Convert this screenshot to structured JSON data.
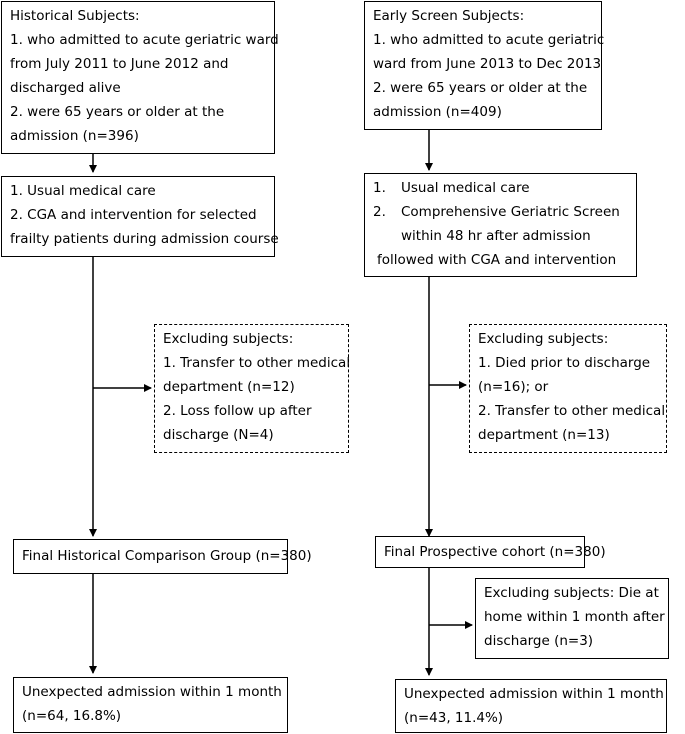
{
  "left": {
    "box1": {
      "title": "Historical Subjects:",
      "line1a": "1. who admitted to acute geriatric ward",
      "line1b": "from July 2011 to June 2012 and",
      "line1c": "discharged alive",
      "line2a": "2. were 65 years or older at the",
      "line2b": "admission (n=396)"
    },
    "box2": {
      "line1": "1. Usual medical care",
      "line2a": "2. CGA and intervention for selected",
      "line2b": "frailty patients during admission course"
    },
    "exclude": {
      "title": "Excluding subjects:",
      "line1a": "1. Transfer to other medical",
      "line1b": "department (n=12)",
      "line2a": "2. Loss follow up after",
      "line2b": "discharge (N=4)"
    },
    "final": {
      "text": "Final Historical Comparison Group (n=380)"
    },
    "outcome": {
      "line1": "Unexpected admission within 1 month",
      "line2": "(n=64, 16.8%)"
    }
  },
  "right": {
    "box1": {
      "title": "Early Screen Subjects:",
      "line1a": "1. who admitted to acute geriatric",
      "line1b": "ward from June 2013 to Dec 2013",
      "line2a": "2. were 65 years or older at the",
      "line2b": "admission (n=409)"
    },
    "box2": {
      "n1": "1.",
      "line1": "Usual medical care",
      "n2": "2.",
      "line2a": "Comprehensive Geriatric Screen",
      "line2b": "within 48 hr after admission",
      "line2c": "followed with CGA and intervention"
    },
    "exclude": {
      "title": "Excluding subjects:",
      "line1a": "1. Died prior to discharge",
      "line1b": "(n=16); or",
      "line2a": "2. Transfer to other medical",
      "line2b": "department (n=13)"
    },
    "final": {
      "text": "Final Prospective cohort (n=380)"
    },
    "exclude2": {
      "line1": "Excluding subjects: Die at",
      "line2": "home within 1 month after",
      "line3": "discharge (n=3)"
    },
    "outcome": {
      "line1": "Unexpected admission within 1 month",
      "line2": "(n=43, 11.4%)"
    }
  }
}
